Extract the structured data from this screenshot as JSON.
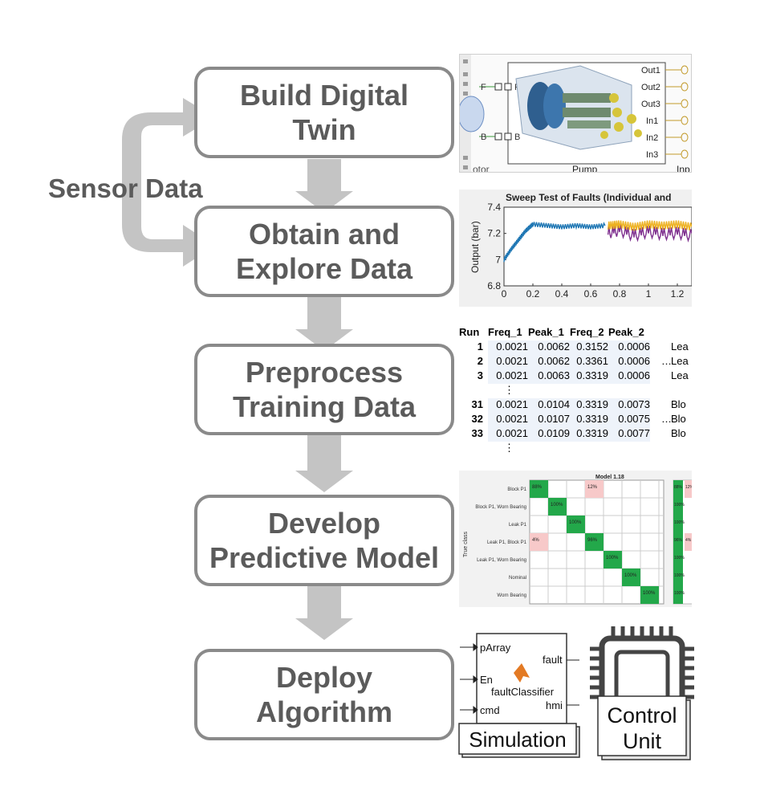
{
  "steps": [
    {
      "line1": "Build Digital",
      "line2": "Twin"
    },
    {
      "line1": "Obtain and",
      "line2": "Explore Data"
    },
    {
      "line1": "Preprocess",
      "line2": "Training Data"
    },
    {
      "line1": "Develop",
      "line2": "Predictive Model"
    },
    {
      "line1": "Deploy",
      "line2": "Algorithm"
    }
  ],
  "sensor_label": "Sensor Data",
  "pump_model": {
    "outputs": [
      "Out1",
      "Out2",
      "Out3",
      "In1",
      "In2",
      "In3"
    ],
    "left_ports": [
      "F",
      "B"
    ],
    "block_label": "Pump",
    "left_cut_label": "otor",
    "right_cut_label": "Inp"
  },
  "chart_data": {
    "type": "line",
    "title": "Sweep Test of Faults (Individual and",
    "ylabel": "Output (bar)",
    "xlabel": "",
    "ylim": [
      6.8,
      7.4
    ],
    "xlim": [
      0,
      1.3
    ],
    "x_ticks": [
      "0",
      "0.2",
      "0.4",
      "0.6",
      "0.8",
      "1",
      "1.2"
    ],
    "y_ticks": [
      "7.4",
      "7.2",
      "7",
      "6.8"
    ],
    "series": [
      {
        "color": "#1f77b4",
        "x": [
          0,
          0.05,
          0.1,
          0.15,
          0.2,
          0.3,
          0.4,
          0.5,
          0.6,
          0.7
        ],
        "values": [
          7.0,
          7.08,
          7.15,
          7.22,
          7.27,
          7.26,
          7.25,
          7.26,
          7.25,
          7.26
        ]
      },
      {
        "color": "#7e2f8e",
        "x": [
          0.72,
          0.8,
          0.9,
          1.0,
          1.1,
          1.2,
          1.3
        ],
        "values": [
          7.22,
          7.24,
          7.2,
          7.23,
          7.21,
          7.22,
          7.2
        ]
      },
      {
        "color": "#edb120",
        "x": [
          0.72,
          0.8,
          0.9,
          1.0,
          1.1,
          1.2,
          1.3
        ],
        "values": [
          7.26,
          7.27,
          7.25,
          7.27,
          7.26,
          7.27,
          7.25
        ]
      }
    ]
  },
  "feature_table": {
    "headers": [
      "Run",
      "Freq_1",
      "Peak_1",
      "Freq_2",
      "Peak_2"
    ],
    "rows_top": [
      [
        "1",
        "0.0021",
        "0.0062",
        "0.3152",
        "0.0006",
        "Lea"
      ],
      [
        "2",
        "0.0021",
        "0.0062",
        "0.3361",
        "0.0006",
        "Lea"
      ],
      [
        "3",
        "0.0021",
        "0.0063",
        "0.3319",
        "0.0006",
        "Lea"
      ]
    ],
    "rows_bottom": [
      [
        "31",
        "0.0021",
        "0.0104",
        "0.3319",
        "0.0073",
        "Blo"
      ],
      [
        "32",
        "0.0021",
        "0.0107",
        "0.3319",
        "0.0075",
        "Blo"
      ],
      [
        "33",
        "0.0021",
        "0.0109",
        "0.3319",
        "0.0077",
        "Blo"
      ]
    ],
    "vdots": "⋮",
    "hdots": "…"
  },
  "confusion": {
    "title": "Model 1.18",
    "ylabel": "True class",
    "classes": [
      "Block P1",
      "Block P1, Worn Bearing",
      "Leak P1",
      "Leak P1, Block P1",
      "Leak P1, Worn Bearing",
      "Nominal",
      "Worn Bearing"
    ],
    "cells": [
      {
        "row": 0,
        "col": 0,
        "text": "88%",
        "kind": "good"
      },
      {
        "row": 0,
        "col": 3,
        "text": "12%",
        "kind": "bad"
      },
      {
        "row": 1,
        "col": 1,
        "text": "100%",
        "kind": "good"
      },
      {
        "row": 2,
        "col": 2,
        "text": "100%",
        "kind": "good"
      },
      {
        "row": 3,
        "col": 0,
        "text": "4%",
        "kind": "bad"
      },
      {
        "row": 3,
        "col": 3,
        "text": "96%",
        "kind": "good"
      },
      {
        "row": 4,
        "col": 4,
        "text": "100%",
        "kind": "good"
      },
      {
        "row": 5,
        "col": 5,
        "text": "100%",
        "kind": "good"
      },
      {
        "row": 6,
        "col": 6,
        "text": "100%",
        "kind": "good"
      }
    ],
    "side_cells": [
      {
        "row": 0,
        "a": "88%",
        "b": "12%"
      },
      {
        "row": 1,
        "a": "100%",
        "b": ""
      },
      {
        "row": 2,
        "a": "100%",
        "b": ""
      },
      {
        "row": 3,
        "a": "96%",
        "b": "4%"
      },
      {
        "row": 4,
        "a": "100%",
        "b": ""
      },
      {
        "row": 5,
        "a": "100%",
        "b": ""
      },
      {
        "row": 6,
        "a": "100%",
        "b": ""
      }
    ]
  },
  "deploy_block": {
    "inputs": [
      "pArray",
      "En",
      "cmd"
    ],
    "outputs": [
      "fault",
      "hmi"
    ],
    "name": "faultClassifier",
    "caption": "Simulation"
  },
  "control_unit": {
    "line1": "Control",
    "line2": "Unit"
  },
  "colors": {
    "arrow": "#c4c4c4",
    "box_border": "#8a8a8a",
    "text": "#5b5b5b",
    "good": "#23a84a",
    "bad": "#f7c9c9"
  }
}
